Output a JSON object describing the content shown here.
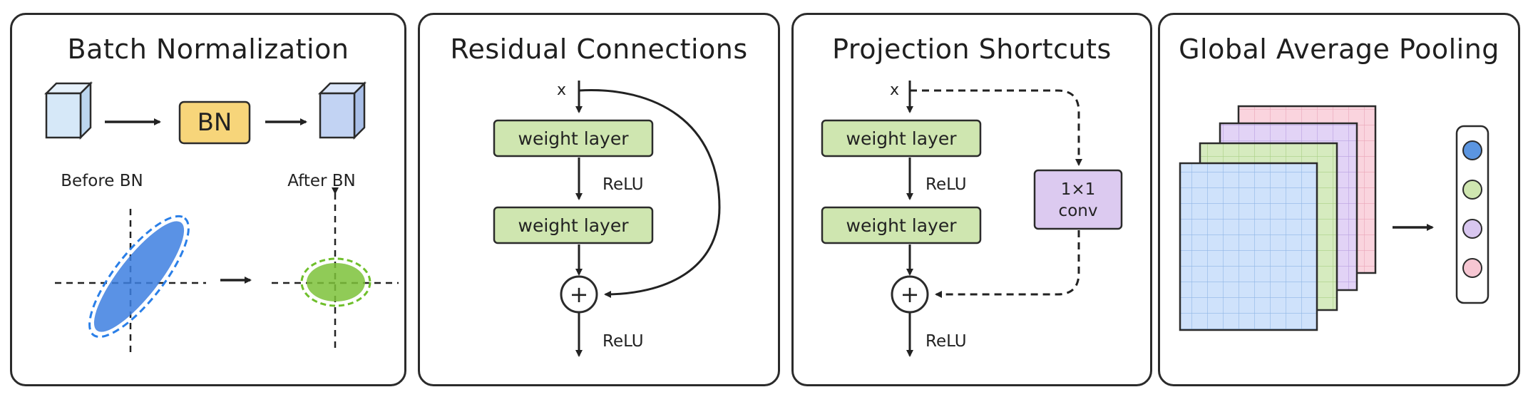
{
  "panels": {
    "batch_norm": {
      "title": "Batch Normalization",
      "bn_label": "BN",
      "before_label": "Before BN",
      "after_label": "After BN"
    },
    "residual": {
      "title": "Residual Connections",
      "input_label": "x",
      "layer1": "weight layer",
      "layer2": "weight layer",
      "relu1": "ReLU",
      "relu2": "ReLU",
      "add_symbol": "+"
    },
    "projection": {
      "title": "Projection Shortcuts",
      "input_label": "x",
      "layer1": "weight layer",
      "layer2": "weight layer",
      "relu1": "ReLU",
      "relu2": "ReLU",
      "conv_line1": "1×1",
      "conv_line2": "conv",
      "add_symbol": "+"
    },
    "gap": {
      "title": "Global Average Pooling"
    }
  },
  "colors": {
    "cube_before": "#d6e8f8",
    "bn_box": "#f7d57a",
    "cube_after": "#c2d3f3",
    "weight_layer": "#cfe6b0",
    "conv_box": "#dccaf0",
    "blob_blue": "#3d7fe0",
    "blob_green": "#7cc23a",
    "fmap_blue": "#cfe2fb",
    "fmap_green": "#d6ebbf",
    "fmap_purple": "#e2d3f6",
    "fmap_pink": "#fad4de",
    "dot_blue": "#5b95e0",
    "dot_green": "#cfe6b0",
    "dot_purple": "#d8c6ef",
    "dot_pink": "#f6c6d2"
  }
}
